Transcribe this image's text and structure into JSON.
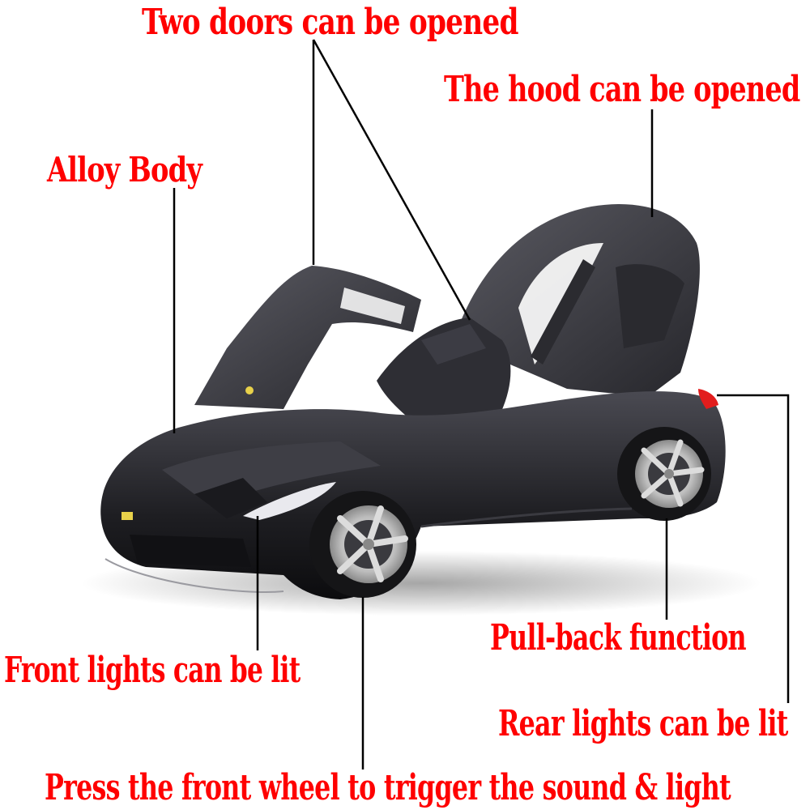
{
  "image": {
    "subject": "black die-cast sports car model with gull-wing doors and hood open",
    "background": "#ffffff",
    "label_color": "#ff0000",
    "leader_color": "#000000"
  },
  "callouts": [
    {
      "id": "doors",
      "text": "Two doors can be opened"
    },
    {
      "id": "hood",
      "text": "The hood can be opened"
    },
    {
      "id": "alloy",
      "text": "Alloy Body"
    },
    {
      "id": "pullback",
      "text": "Pull-back function"
    },
    {
      "id": "frontlights",
      "text": "Front lights can be lit"
    },
    {
      "id": "rearlights",
      "text": "Rear lights can be lit"
    },
    {
      "id": "frontwheel",
      "text": "Press the front wheel to trigger the sound & light"
    }
  ]
}
